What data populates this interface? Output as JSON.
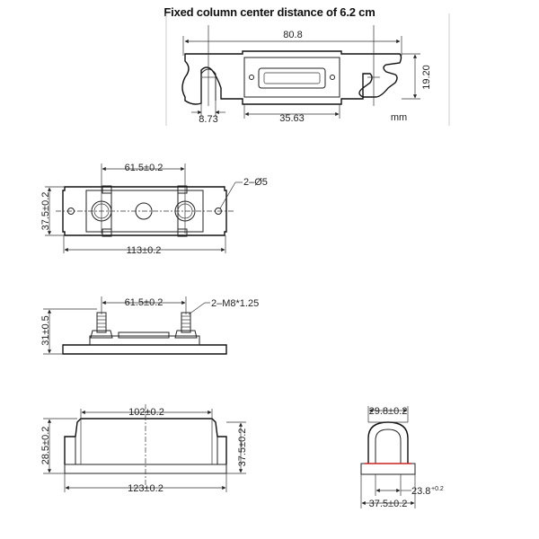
{
  "title": "Fixed column center distance of 6.2 cm",
  "fuse": {
    "overall_length": "80.8",
    "height": "19.20",
    "slot_width": "8.73",
    "body_width": "35.63",
    "unit": "mm"
  },
  "base_top": {
    "spacing": "61.5±0.2",
    "width": "113±0.2",
    "depth": "37.5±0.2",
    "holes": "2–Ø5"
  },
  "base_side": {
    "spacing": "61.5±0.2",
    "height": "31±0.5",
    "studs": "2–M8*1.25"
  },
  "cover_front": {
    "top_width": "102±0.2",
    "bottom_width": "123±0.2",
    "height_left": "28.5±0.2",
    "height_right": "37.5±0.2"
  },
  "cover_end": {
    "top_width": "29.8±0.2",
    "offset": "23.8",
    "offset_tol": "+0.2",
    "bottom_width": "37.5±0.2"
  },
  "colors": {
    "line": "#222222",
    "accent": "#cc2222"
  }
}
